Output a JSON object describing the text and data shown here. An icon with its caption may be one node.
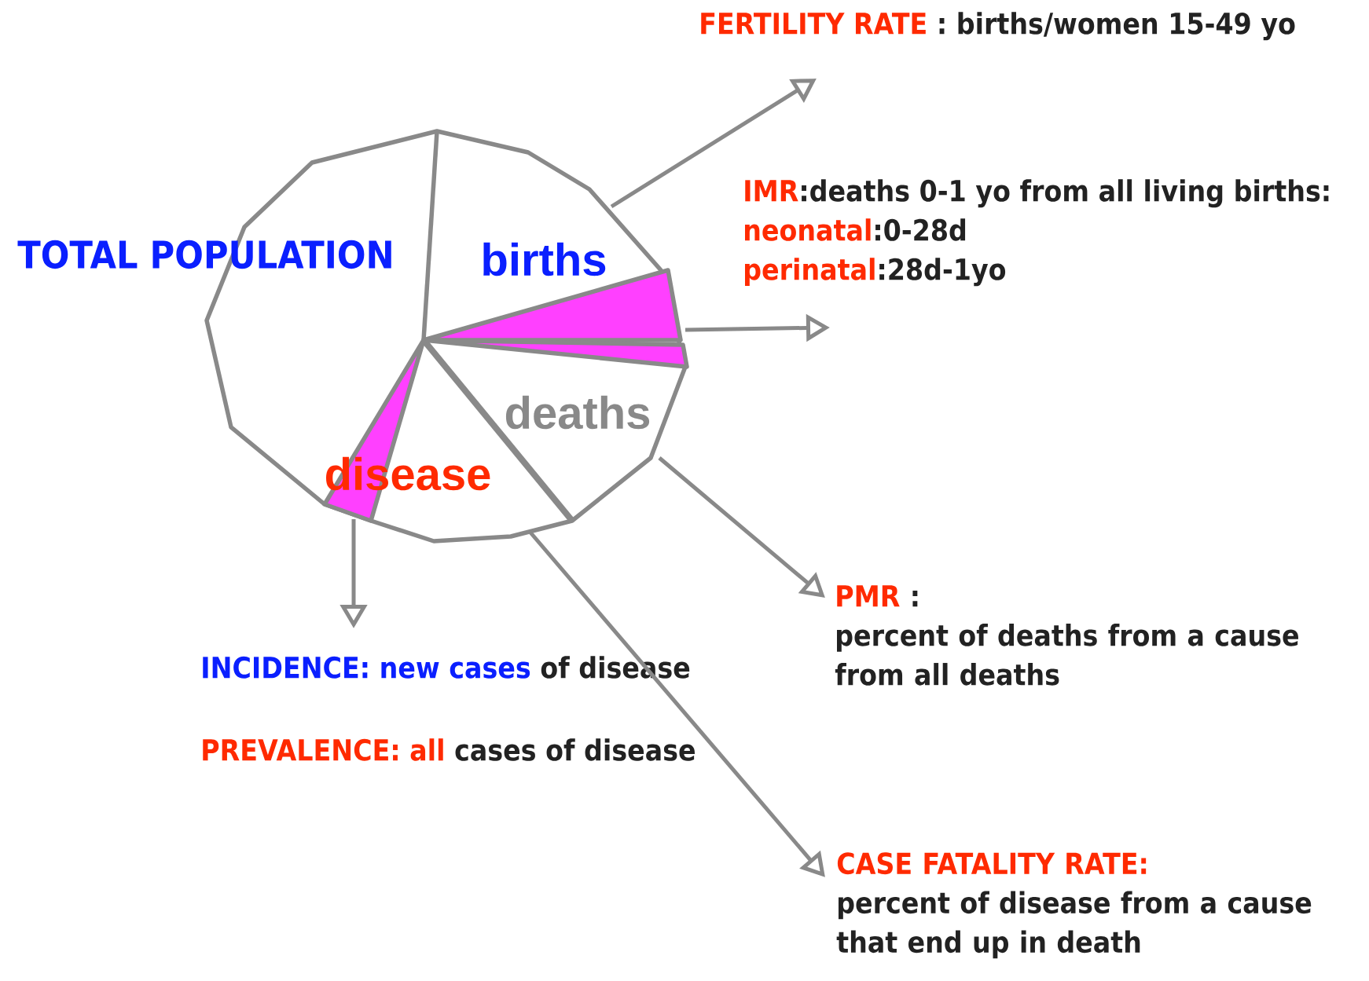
{
  "diagram": {
    "nodes": [
      {
        "text": [
          "TOTAL POPULATION"
        ]
      },
      {
        "text": [
          "births"
        ],
        "in": 0
      },
      {
        "text": [
          "deaths"
        ],
        "in": 0
      },
      {
        "text": [
          "disease"
        ],
        "in": 0
      },
      {
        "text": [
          "FERTILITY RATE",
          ": births/women 15-49 yo"
        ]
      },
      {
        "text": [
          "IMR",
          ":deaths 0-1 yo from all living births:",
          "neonatal",
          ":0-28d",
          "perinatal",
          ":28d-1yo"
        ]
      },
      {
        "text": [
          "PMR",
          ":",
          "percent of deaths from a cause from all deaths"
        ]
      },
      {
        "text": [
          "INCIDENCE: new cases",
          "of disease",
          "PREVALENCE: all",
          "cases of disease"
        ]
      },
      {
        "text": [
          "CASE FATALITY RATE:",
          "percent of disease from a cause that end up in death"
        ]
      }
    ],
    "edges": [
      {
        "from": 0,
        "to": 4,
        "arrow": "to"
      },
      {
        "from": 0,
        "to": 5,
        "arrow": "to"
      },
      {
        "from": 0,
        "to": 6,
        "arrow": "to"
      },
      {
        "from": 0,
        "to": 7,
        "arrow": "to"
      },
      {
        "from": 0,
        "to": 8,
        "arrow": "to"
      }
    ]
  }
}
